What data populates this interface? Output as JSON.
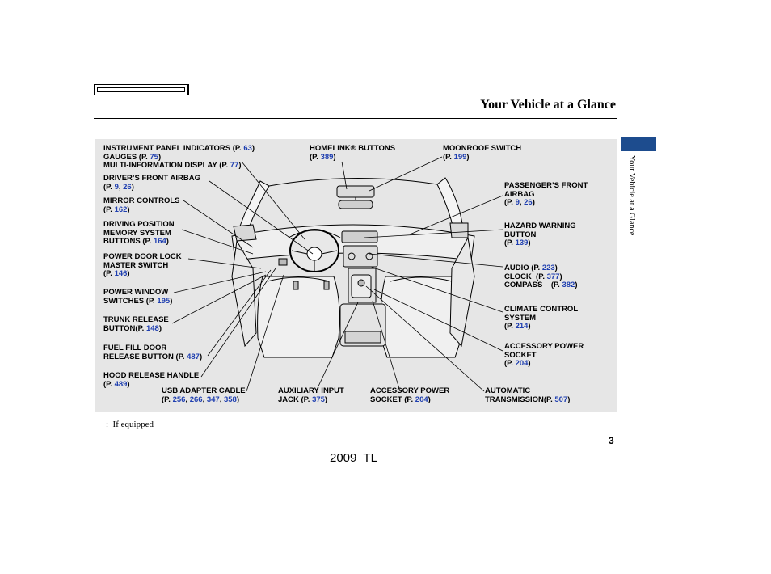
{
  "header": {
    "section_title": "Your Vehicle at a Glance",
    "side_tab_text": "Your Vehicle at a Glance"
  },
  "labels": [
    {
      "id": "instrument",
      "lines": [
        [
          {
            "t": "INSTRUMENT PANEL INDICATORS (P. "
          },
          {
            "t": "63",
            "p": 1
          },
          {
            "t": ")"
          }
        ],
        [
          {
            "t": "GAUGES (P. "
          },
          {
            "t": "75",
            "p": 1
          },
          {
            "t": ")"
          }
        ],
        [
          {
            "t": "MULTI-INFORMATION DISPLAY (P. "
          },
          {
            "t": "77",
            "p": 1
          },
          {
            "t": ")"
          }
        ]
      ]
    },
    {
      "id": "homelink",
      "lines": [
        [
          {
            "t": "HOMELINK® BUTTONS"
          }
        ],
        [
          {
            "t": "(P. "
          },
          {
            "t": "389",
            "p": 1
          },
          {
            "t": ")"
          }
        ]
      ]
    },
    {
      "id": "moonroof",
      "lines": [
        [
          {
            "t": "MOONROOF SWITCH"
          }
        ],
        [
          {
            "t": "(P. "
          },
          {
            "t": "199",
            "p": 1
          },
          {
            "t": ")"
          }
        ]
      ]
    },
    {
      "id": "driver-airbag",
      "lines": [
        [
          {
            "t": "DRIVER’S FRONT AIRBAG"
          }
        ],
        [
          {
            "t": "(P. "
          },
          {
            "t": "9",
            "p": 1
          },
          {
            "t": ", "
          },
          {
            "t": "26",
            "p": 1
          },
          {
            "t": ")"
          }
        ]
      ]
    },
    {
      "id": "passenger-airbag",
      "lines": [
        [
          {
            "t": "PASSENGER’S FRONT"
          }
        ],
        [
          {
            "t": "AIRBAG"
          }
        ],
        [
          {
            "t": "(P. "
          },
          {
            "t": "9",
            "p": 1
          },
          {
            "t": ", "
          },
          {
            "t": "26",
            "p": 1
          },
          {
            "t": ")"
          }
        ]
      ]
    },
    {
      "id": "mirror",
      "lines": [
        [
          {
            "t": "MIRROR CONTROLS"
          }
        ],
        [
          {
            "t": "(P. "
          },
          {
            "t": "162",
            "p": 1
          },
          {
            "t": ")"
          }
        ]
      ]
    },
    {
      "id": "hazard",
      "lines": [
        [
          {
            "t": "HAZARD WARNING"
          }
        ],
        [
          {
            "t": "BUTTON"
          }
        ],
        [
          {
            "t": "(P. "
          },
          {
            "t": "139",
            "p": 1
          },
          {
            "t": ")"
          }
        ]
      ]
    },
    {
      "id": "driving-position",
      "lines": [
        [
          {
            "t": "DRIVING POSITION"
          }
        ],
        [
          {
            "t": "MEMORY SYSTEM"
          }
        ],
        [
          {
            "t": "BUTTONS (P. "
          },
          {
            "t": "164",
            "p": 1
          },
          {
            "t": ")"
          }
        ]
      ]
    },
    {
      "id": "door-lock",
      "lines": [
        [
          {
            "t": "POWER DOOR LOCK"
          }
        ],
        [
          {
            "t": "MASTER SWITCH"
          }
        ],
        [
          {
            "t": "(P. "
          },
          {
            "t": "146",
            "p": 1
          },
          {
            "t": ")"
          }
        ]
      ]
    },
    {
      "id": "audio",
      "lines": [
        [
          {
            "t": "AUDIO (P. "
          },
          {
            "t": "223",
            "p": 1
          },
          {
            "t": ")"
          }
        ],
        [
          {
            "t": "CLOCK  (P. "
          },
          {
            "t": "377",
            "p": 1
          },
          {
            "t": ")"
          }
        ],
        [
          {
            "t": "COMPASS    (P. "
          },
          {
            "t": "382",
            "p": 1
          },
          {
            "t": ")"
          }
        ]
      ]
    },
    {
      "id": "power-window",
      "lines": [
        [
          {
            "t": "POWER WINDOW"
          }
        ],
        [
          {
            "t": "SWITCHES (P. "
          },
          {
            "t": "195",
            "p": 1
          },
          {
            "t": ")"
          }
        ]
      ]
    },
    {
      "id": "climate",
      "lines": [
        [
          {
            "t": "CLIMATE CONTROL"
          }
        ],
        [
          {
            "t": "SYSTEM"
          }
        ],
        [
          {
            "t": "(P. "
          },
          {
            "t": "214",
            "p": 1
          },
          {
            "t": ")"
          }
        ]
      ]
    },
    {
      "id": "trunk",
      "lines": [
        [
          {
            "t": "TRUNK RELEASE"
          }
        ],
        [
          {
            "t": "BUTTON(P. "
          },
          {
            "t": "148",
            "p": 1
          },
          {
            "t": ")"
          }
        ]
      ]
    },
    {
      "id": "accessory-socket-right",
      "lines": [
        [
          {
            "t": "ACCESSORY POWER"
          }
        ],
        [
          {
            "t": "SOCKET"
          }
        ],
        [
          {
            "t": "(P. "
          },
          {
            "t": "204",
            "p": 1
          },
          {
            "t": ")"
          }
        ]
      ]
    },
    {
      "id": "fuel-fill",
      "lines": [
        [
          {
            "t": "FUEL FILL DOOR"
          }
        ],
        [
          {
            "t": "RELEASE BUTTON (P. "
          },
          {
            "t": "487",
            "p": 1
          },
          {
            "t": ")"
          }
        ]
      ]
    },
    {
      "id": "hood",
      "lines": [
        [
          {
            "t": "HOOD RELEASE HANDLE"
          }
        ],
        [
          {
            "t": "(P. "
          },
          {
            "t": "489",
            "p": 1
          },
          {
            "t": ")"
          }
        ]
      ]
    },
    {
      "id": "usb",
      "lines": [
        [
          {
            "t": "USB ADAPTER CABLE"
          }
        ],
        [
          {
            "t": "(P. "
          },
          {
            "t": "256",
            "p": 1
          },
          {
            "t": ", "
          },
          {
            "t": "266",
            "p": 1
          },
          {
            "t": ", "
          },
          {
            "t": "347",
            "p": 1
          },
          {
            "t": ", "
          },
          {
            "t": "358",
            "p": 1
          },
          {
            "t": ")"
          }
        ]
      ]
    },
    {
      "id": "aux",
      "lines": [
        [
          {
            "t": "AUXILIARY INPUT"
          }
        ],
        [
          {
            "t": "JACK (P. "
          },
          {
            "t": "375",
            "p": 1
          },
          {
            "t": ")"
          }
        ]
      ]
    },
    {
      "id": "accessory-socket-bottom",
      "lines": [
        [
          {
            "t": "ACCESSORY POWER"
          }
        ],
        [
          {
            "t": "SOCKET (P. "
          },
          {
            "t": "204",
            "p": 1
          },
          {
            "t": ")"
          }
        ]
      ]
    },
    {
      "id": "auto-trans",
      "lines": [
        [
          {
            "t": "AUTOMATIC"
          }
        ],
        [
          {
            "t": "TRANSMISSION(P. "
          },
          {
            "t": "507",
            "p": 1
          },
          {
            "t": ")"
          }
        ]
      ]
    }
  ],
  "footnote": ":  If equipped",
  "page_number": "3",
  "footer_model": "2009  TL",
  "colors": {
    "page_ref": "#1f3fb0",
    "side_marker": "#1d4c8e",
    "panel_bg": "#e6e6e6"
  }
}
